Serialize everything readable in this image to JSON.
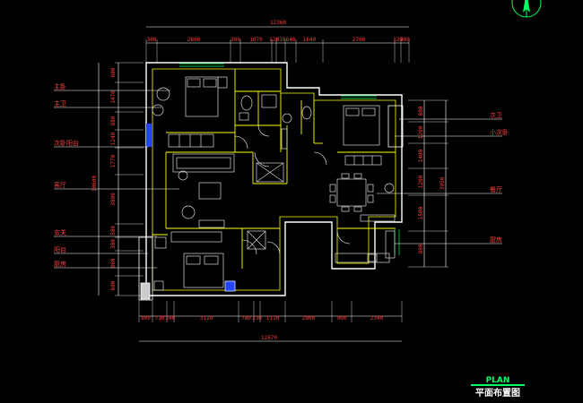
{
  "top_dims": {
    "overall": "12360",
    "segments": [
      "300",
      "2800",
      "300",
      "1070",
      "120",
      "610",
      "640",
      "1640",
      "2700",
      "120",
      "300"
    ]
  },
  "bottom_dims": {
    "overall": "12670",
    "segments": [
      "800",
      "710",
      "240",
      "3110",
      "780",
      "230",
      "1110",
      "2800",
      "960",
      "2340"
    ]
  },
  "left_dims": {
    "overall": "10600",
    "segments": [
      "600",
      "1470",
      "880",
      "1240",
      "1770",
      "3800",
      "580",
      "380",
      "860",
      "600"
    ]
  },
  "right_dims": {
    "overall": "3950",
    "segments": [
      "800",
      "1200",
      "1400",
      "1200",
      "1500",
      "800"
    ]
  },
  "left_labels": [
    "主卧",
    "主卫",
    "次卧阳台",
    "客厅",
    "玄关",
    "阳台",
    "厨房"
  ],
  "right_labels": [
    "次卫",
    "小次卧",
    "餐厅",
    "厨房"
  ],
  "title": {
    "en": "PLAN",
    "cn": "平面布置图"
  },
  "colors": {
    "wall": "#ffffff",
    "inner": "#ffff00",
    "dim": "#ff3b3b",
    "label": "#ff4040",
    "accent": "#00ff66",
    "furn": "#d8d8d8"
  }
}
